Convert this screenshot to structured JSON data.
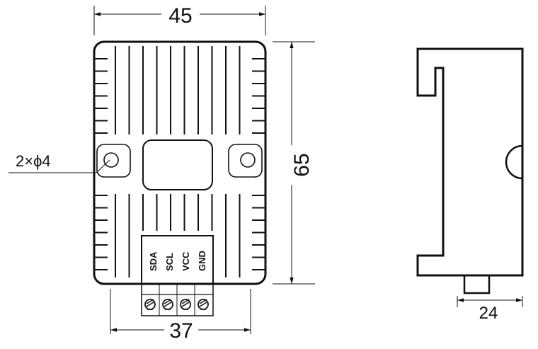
{
  "dimensions": {
    "width_top": "45",
    "height_right": "65",
    "terminal_spacing_bottom": "37",
    "side_depth": "24"
  },
  "hole_callout": "2×ϕ4",
  "pins": [
    "SDA",
    "SCL",
    "VCC",
    "GND"
  ]
}
